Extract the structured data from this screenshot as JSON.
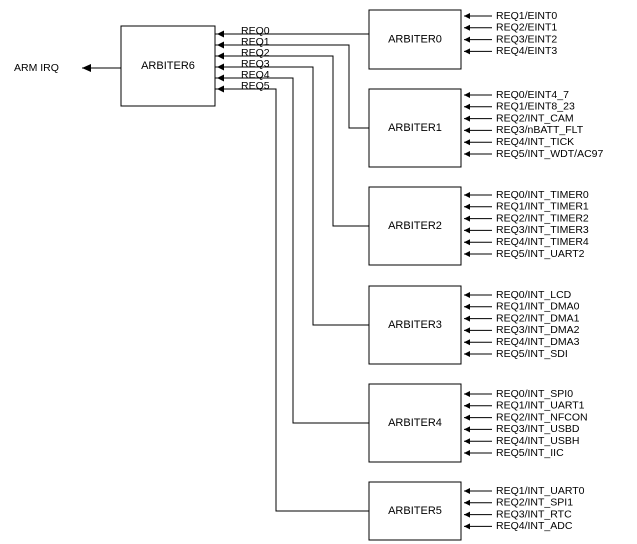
{
  "output_label": "ARM IRQ",
  "main_arbiter": {
    "label": "ARBITER6",
    "inputs": [
      "REQ0",
      "REQ1",
      "REQ2",
      "REQ3",
      "REQ4",
      "REQ5"
    ]
  },
  "arbiters": [
    {
      "label": "ARBITER0",
      "inputs": [
        "REQ1/EINT0",
        "REQ2/EINT1",
        "REQ3/EINT2",
        "REQ4/EINT3"
      ]
    },
    {
      "label": "ARBITER1",
      "inputs": [
        "REQ0/EINT4_7",
        "REQ1/EINT8_23",
        "REQ2/INT_CAM",
        "REQ3/nBATT_FLT",
        "REQ4/INT_TICK",
        "REQ5/INT_WDT/AC97"
      ]
    },
    {
      "label": "ARBITER2",
      "inputs": [
        "REQ0/INT_TIMER0",
        "REQ1/INT_TIMER1",
        "REQ2/INT_TIMER2",
        "REQ3/INT_TIMER3",
        "REQ4/INT_TIMER4",
        "REQ5/INT_UART2"
      ]
    },
    {
      "label": "ARBITER3",
      "inputs": [
        "REQ0/INT_LCD",
        "REQ1/INT_DMA0",
        "REQ2/INT_DMA1",
        "REQ3/INT_DMA2",
        "REQ4/INT_DMA3",
        "REQ5/INT_SDI"
      ]
    },
    {
      "label": "ARBITER4",
      "inputs": [
        "REQ0/INT_SPI0",
        "REQ1/INT_UART1",
        "REQ2/INT_NFCON",
        "REQ3/INT_USBD",
        "REQ4/INT_USBH",
        "REQ5/INT_IIC"
      ]
    },
    {
      "label": "ARBITER5",
      "inputs": [
        "REQ1/INT_UART0",
        "REQ2/INT_SPI1",
        "REQ3/INT_RTC",
        "REQ4/INT_ADC"
      ]
    }
  ]
}
